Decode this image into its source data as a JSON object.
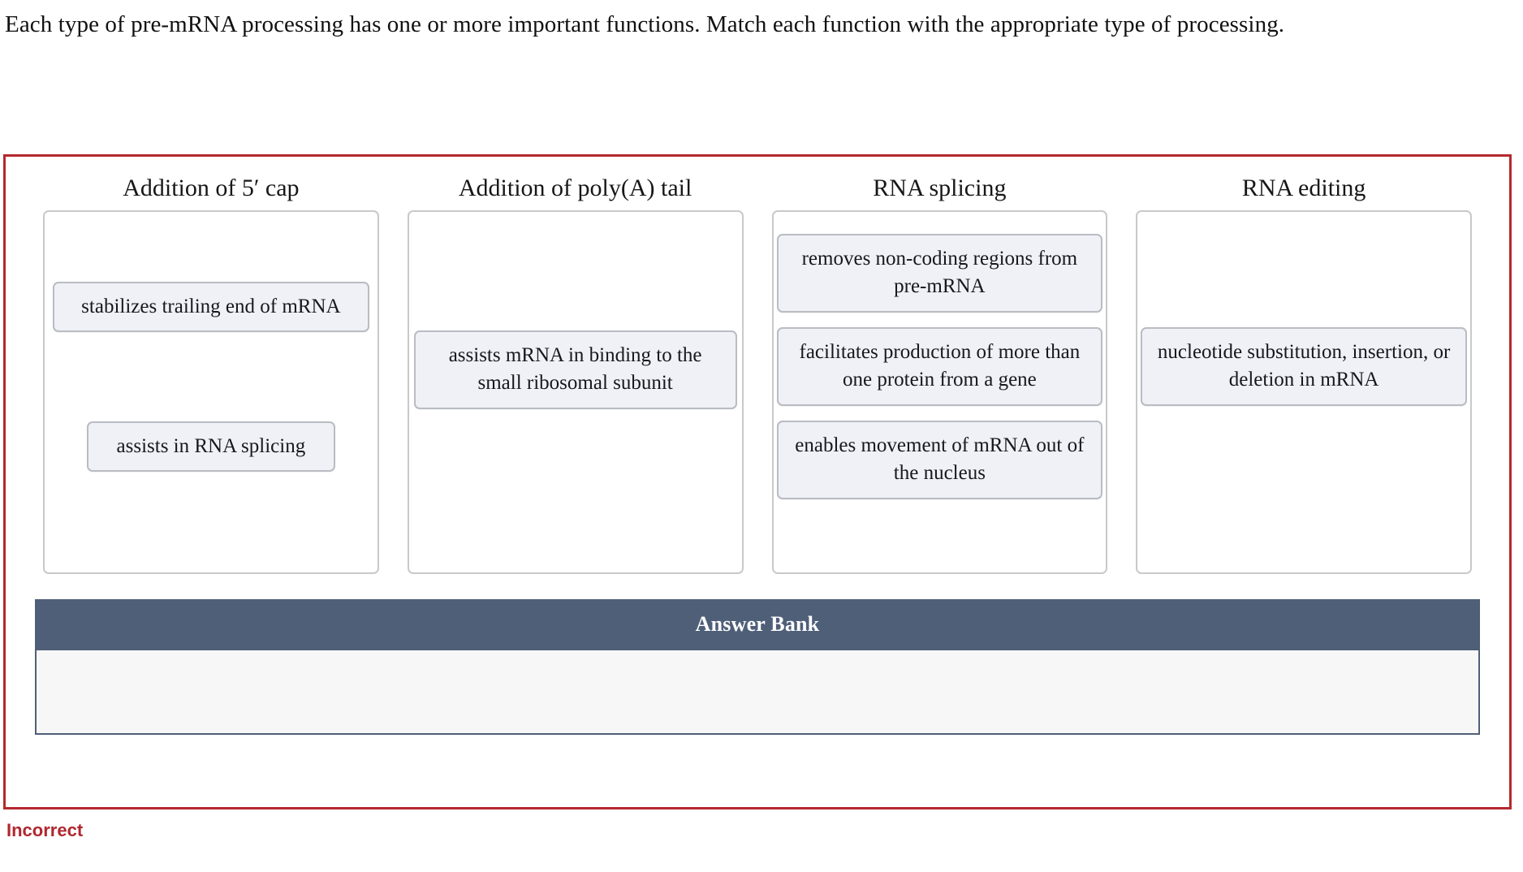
{
  "prompt": {
    "text": "Each type of pre-mRNA processing has one or more important functions. Match each function with the appropriate type of processing."
  },
  "quiz": {
    "border_color": "#b5282e",
    "columns": [
      {
        "title": "Addition of 5′ cap",
        "tiles": [
          {
            "label": "stabilizes trailing end of mRNA"
          },
          {
            "label": "assists in RNA splicing"
          }
        ]
      },
      {
        "title": "Addition of poly(A) tail",
        "tiles": [
          {
            "label": "assists mRNA in binding to the small ribosomal subunit"
          }
        ]
      },
      {
        "title": "RNA splicing",
        "tiles": [
          {
            "label": "removes non-coding regions from pre-mRNA"
          },
          {
            "label": "facilitates production of more than one protein from a gene"
          },
          {
            "label": "enables movement of mRNA out of the nucleus"
          }
        ]
      },
      {
        "title": "RNA editing",
        "tiles": [
          {
            "label": "nucleotide substitution, insertion, or deletion in mRNA"
          }
        ]
      }
    ],
    "answer_bank": {
      "title": "Answer Bank",
      "items": [],
      "header_color": "#4f5f78",
      "body_color": "#f7f7f7"
    }
  },
  "status": {
    "label": "Incorrect",
    "color": "#b0272f"
  }
}
